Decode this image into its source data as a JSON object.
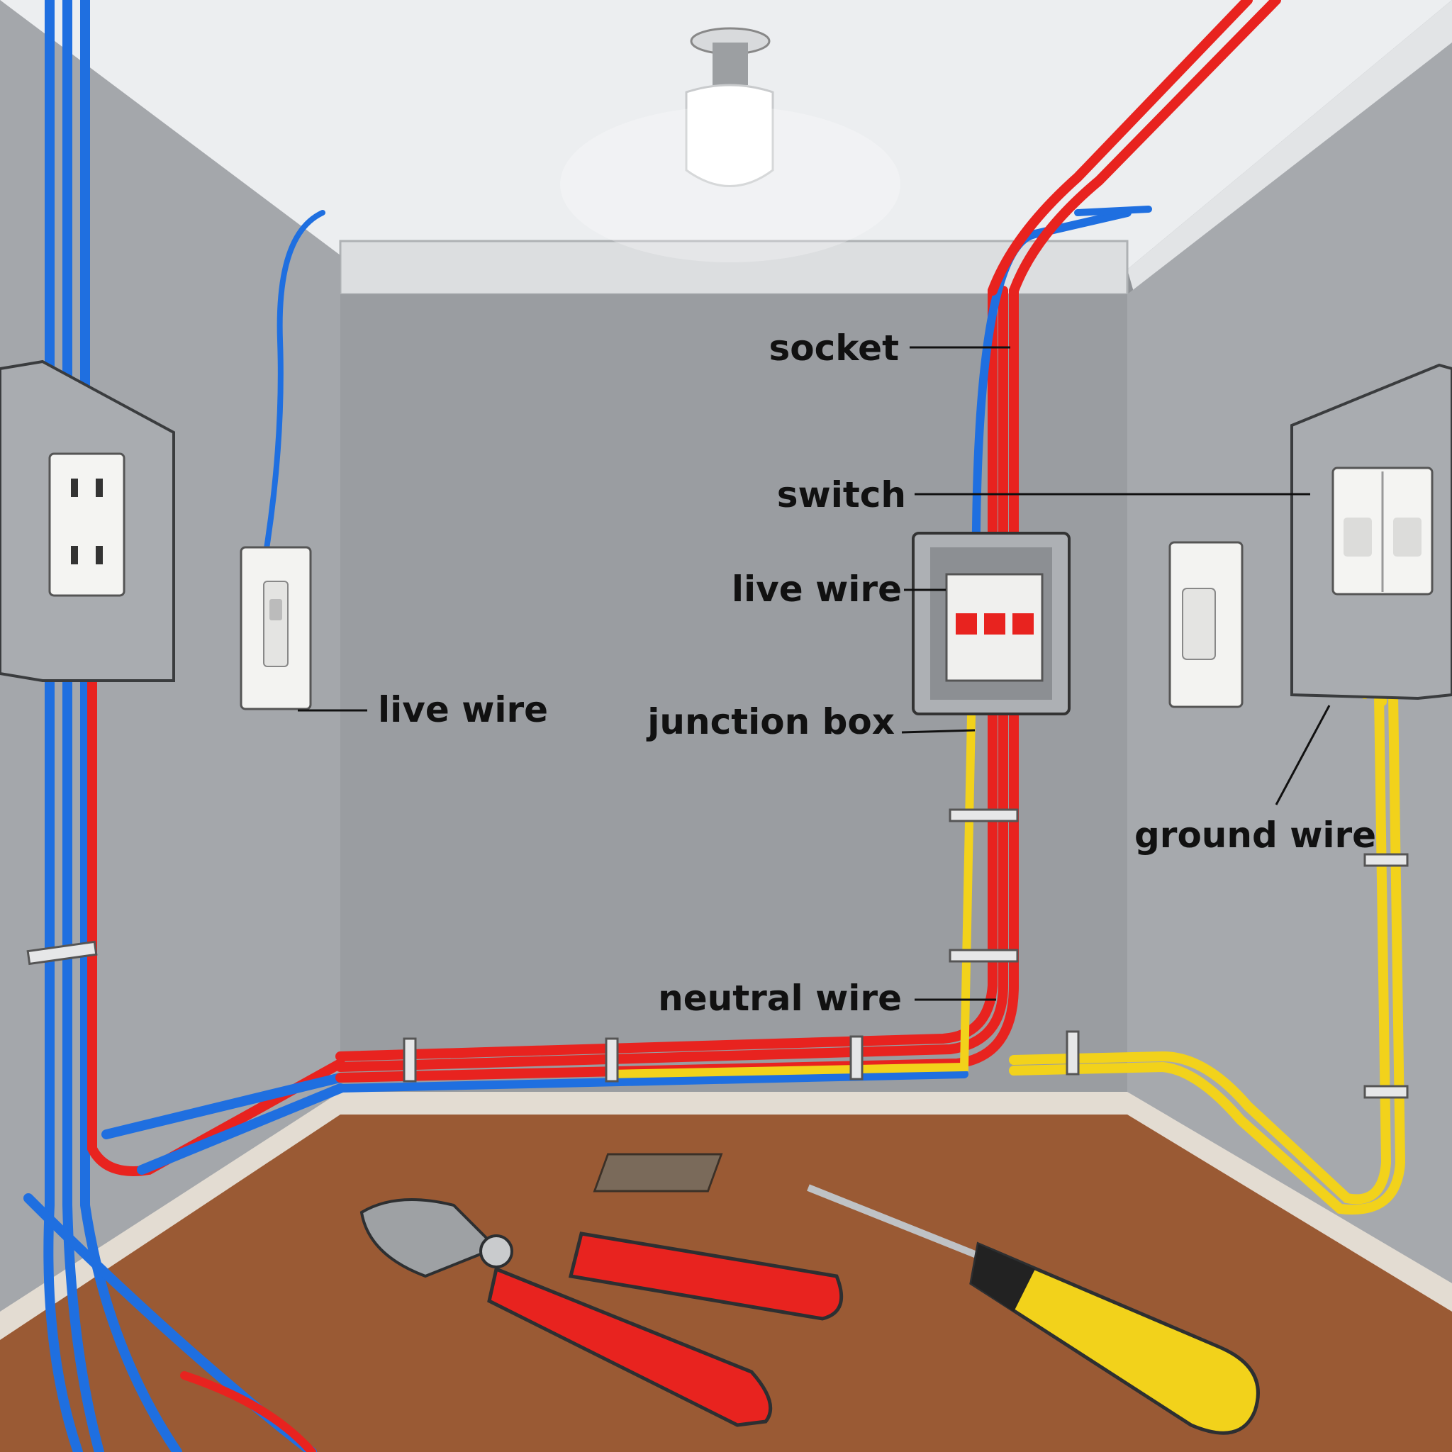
{
  "labels": {
    "socket": "socket",
    "switch": "switch",
    "live_wire_center": "live wire",
    "live_wire_left": "live wire",
    "junction_box": "junction box",
    "ground_wire": "ground wire",
    "neutral_wire": "neutral wire"
  },
  "colors": {
    "live": "#e8231f",
    "neutral": "#1f6fe0",
    "ground": "#f2d21b",
    "wall": "#9b9ea2",
    "floor": "#9a5a34",
    "ceiling": "#eef0f2"
  }
}
